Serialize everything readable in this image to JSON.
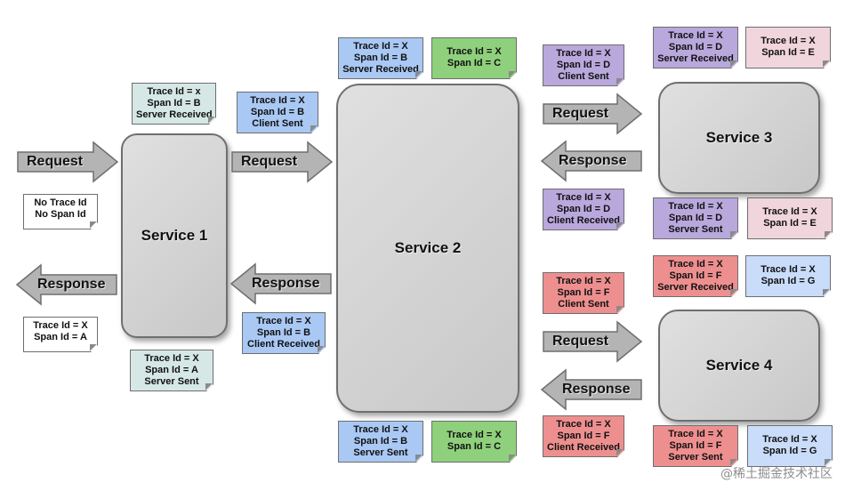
{
  "services": {
    "s1": "Service 1",
    "s2": "Service 2",
    "s3": "Service 3",
    "s4": "Service 4"
  },
  "arrows": {
    "request": "Request",
    "response": "Response"
  },
  "notes": {
    "n1": [
      "Trace Id = x",
      "Span Id = B",
      "Server Received"
    ],
    "n2": [
      "No Trace Id",
      "No Span Id"
    ],
    "n3": [
      "Trace Id = X",
      "Span Id = A"
    ],
    "n4": [
      "Trace Id = X",
      "Span Id = A",
      "Server Sent"
    ],
    "n5": [
      "Trace Id = X",
      "Span Id = B",
      "Client Sent"
    ],
    "n6": [
      "Trace Id = X",
      "Span Id = B",
      "Client Received"
    ],
    "n7": [
      "Trace Id = X",
      "Span Id = B",
      "Server Received"
    ],
    "n8": [
      "Trace Id = X",
      "Span Id = C"
    ],
    "n9": [
      "Trace Id = X",
      "Span Id = B",
      "Server Sent"
    ],
    "n10": [
      "Trace Id = X",
      "Span Id = C"
    ],
    "n11": [
      "Trace Id = X",
      "Span Id = D",
      "Client Sent"
    ],
    "n12": [
      "Trace Id = X",
      "Span Id = D",
      "Server Received"
    ],
    "n13": [
      "Trace Id = X",
      "Span Id = E"
    ],
    "n14": [
      "Trace Id = X",
      "Span Id = D",
      "Client Received"
    ],
    "n15": [
      "Trace Id = X",
      "Span Id = D",
      "Server Sent"
    ],
    "n16": [
      "Trace Id = X",
      "Span Id = E"
    ],
    "n17": [
      "Trace Id = X",
      "Span Id = F",
      "Client Sent"
    ],
    "n18": [
      "Trace Id = X",
      "Span Id = F",
      "Server Received"
    ],
    "n19": [
      "Trace Id = X",
      "Span Id = G"
    ],
    "n20": [
      "Trace Id = X",
      "Span Id = F",
      "Client Received"
    ],
    "n21": [
      "Trace Id = X",
      "Span Id = F",
      "Server Sent"
    ],
    "n22": [
      "Trace Id = X",
      "Span Id = G"
    ]
  },
  "colors": {
    "arrow_fill": "#b4b4b4",
    "arrow_stroke": "#6e6e6e"
  },
  "watermark": "@稀土掘金技术社区"
}
